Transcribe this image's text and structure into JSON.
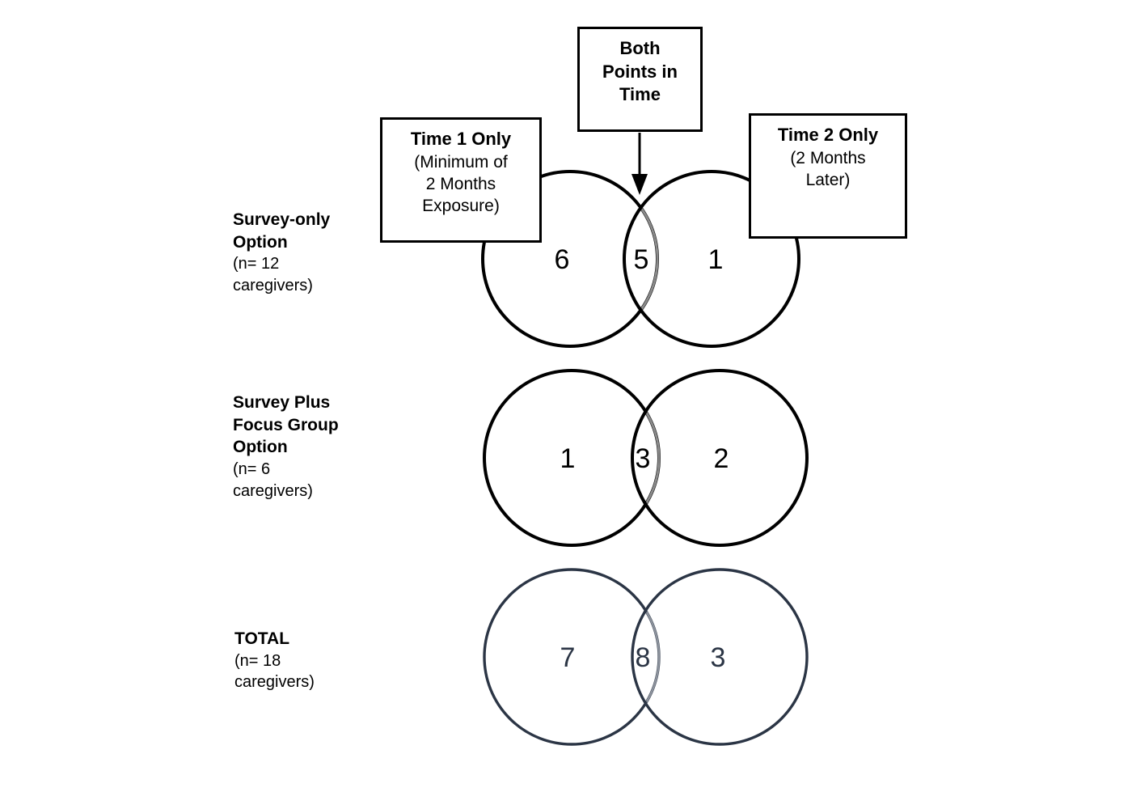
{
  "diagram": {
    "title": "Venn diagram of caregiver participation by survey option and time point",
    "callouts": [
      {
        "id": "time-1-only",
        "title": "Time 1 Only",
        "sub_lines": [
          "(Minimum of",
          "2 Months",
          "Exposure)"
        ]
      },
      {
        "id": "both-points-in-time",
        "title_lines": [
          "Both",
          "Points in",
          "Time"
        ],
        "has_arrow": true
      },
      {
        "id": "time-2-only",
        "title": "Time 2 Only",
        "sub_lines": [
          "(2 Months",
          "Later)"
        ]
      }
    ],
    "rows": [
      {
        "id": "survey-only",
        "label_title_lines": [
          "Survey-only",
          "Option"
        ],
        "label_sub_lines": [
          "(n= 12",
          "caregivers)"
        ],
        "left_value": "6",
        "overlap_value": "5",
        "right_value": "1",
        "stroke_color": "#000000",
        "number_color": "#000000"
      },
      {
        "id": "survey-plus-focus-group",
        "label_title_lines": [
          "Survey Plus",
          "Focus Group",
          "Option"
        ],
        "label_sub_lines": [
          "(n= 6",
          "caregivers)"
        ],
        "left_value": "1",
        "overlap_value": "3",
        "right_value": "2",
        "stroke_color": "#000000",
        "number_color": "#000000"
      },
      {
        "id": "total",
        "label_title_lines": [
          "TOTAL"
        ],
        "label_sub_lines": [
          "(n= 18",
          "caregivers)"
        ],
        "left_value": "7",
        "overlap_value": "8",
        "right_value": "3",
        "stroke_color": "#2b3545",
        "number_color": "#2b3545"
      }
    ]
  },
  "labels": {
    "row1_title_1": "Survey-only",
    "row1_title_2": "Option",
    "row1_sub_1": "(n= 12",
    "row1_sub_2": "caregivers)",
    "row2_title_1": "Survey Plus",
    "row2_title_2": "Focus Group",
    "row2_title_3": "Option",
    "row2_sub_1": "(n= 6",
    "row2_sub_2": "caregivers)",
    "row3_title_1": "TOTAL",
    "row3_sub_1": "(n= 18",
    "row3_sub_2": "caregivers)"
  },
  "callout_text": {
    "time1_title": "Time 1 Only",
    "time1_sub_1": "(Minimum of",
    "time1_sub_2": "2 Months",
    "time1_sub_3": "Exposure)",
    "both_line_1": "Both",
    "both_line_2": "Points in",
    "both_line_3": "Time",
    "time2_title": "Time 2 Only",
    "time2_sub_1": "(2 Months",
    "time2_sub_2": "Later)"
  },
  "values": {
    "r1_left": "6",
    "r1_mid": "5",
    "r1_right": "1",
    "r2_left": "1",
    "r2_mid": "3",
    "r2_right": "2",
    "r3_left": "7",
    "r3_mid": "8",
    "r3_right": "3"
  },
  "colors": {
    "stroke_black": "#000000",
    "stroke_navy": "#2b3545",
    "overlap_grey": "#7b7b7b",
    "background": "#ffffff"
  }
}
